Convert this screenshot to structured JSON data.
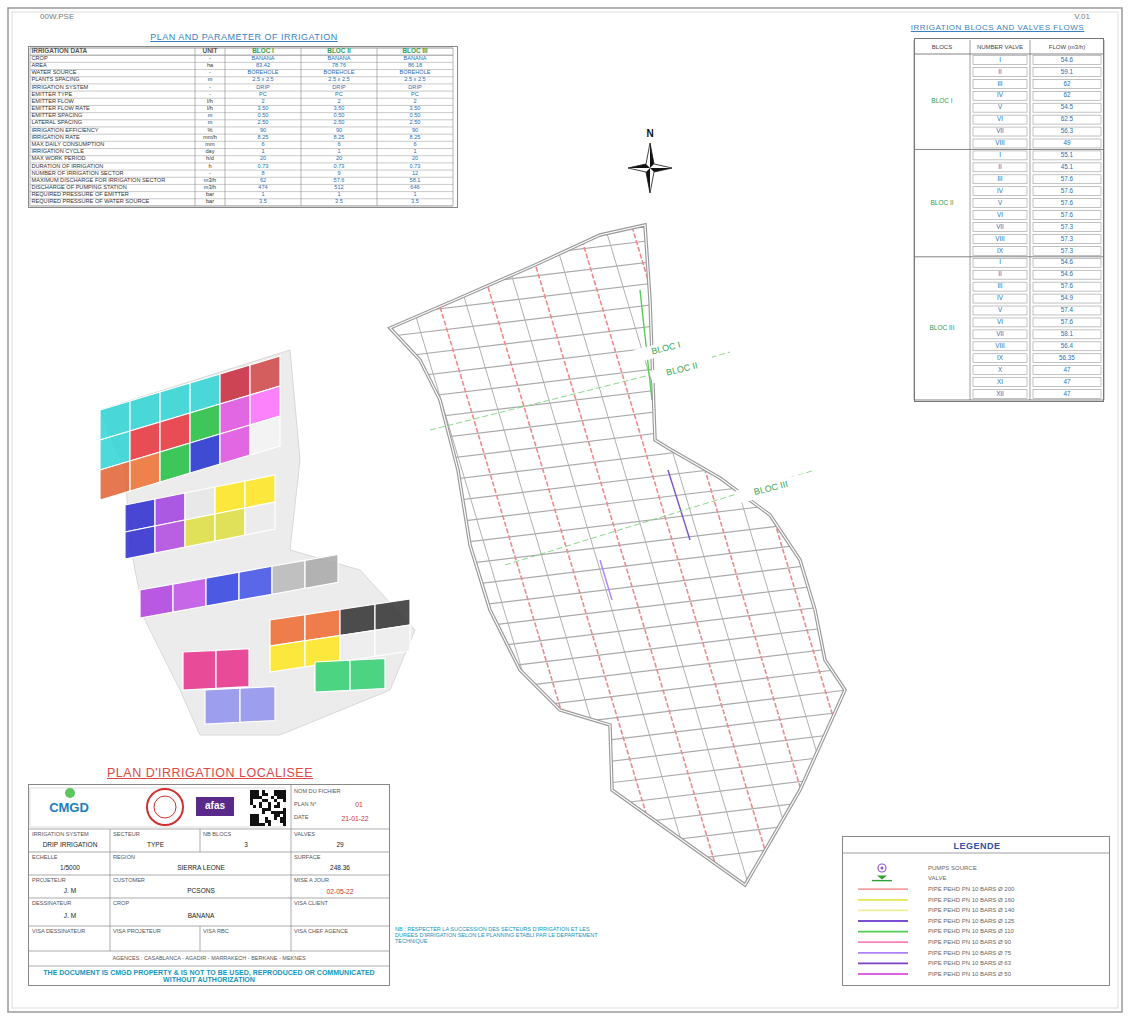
{
  "diagram": {
    "nodes": [
      {
        "text": [
          "PLAN AND PARAMETER OF IRRIGATION"
        ]
      },
      {
        "text": [
          "IRRIGATION BLOCS AND VALVES FLOWS"
        ]
      },
      {
        "text": [
          "PLAN D'IRRIGATION LOCALISEE"
        ]
      },
      {
        "text": [
          "LEGENDE"
        ]
      }
    ],
    "labels": [
      "00W.PSE",
      "V.01",
      "IRRIGATION DATA",
      "UNIT",
      "BLOC I",
      "BLOC II",
      "BLOC III",
      "CROP",
      "-",
      "BANANA",
      "BANANA",
      "BANANA",
      "AREA",
      "ha",
      "83.42",
      "78.76",
      "86.18",
      "WATER SOURCE",
      "-",
      "BOREHOLE",
      "BOREHOLE",
      "BOREHOLE",
      "PLANTS SPACING",
      "m",
      "2.5 x 2.5",
      "2.5 x 2.5",
      "2.5 x 2.5",
      "IRRIGATION SYSTEM",
      "-",
      "DRIP",
      "DRIP",
      "DRIP",
      "EMITTER TYPE",
      "-",
      "PC",
      "PC",
      "PC",
      "EMITTER FLOW",
      "l/h",
      "2",
      "2",
      "2",
      "EMITTER FLOW RATE",
      "l/h",
      "3.50",
      "3.50",
      "3.50",
      "EMITTER SPACING",
      "m",
      "0.50",
      "0.50",
      "0.50",
      "LATERAL SPACING",
      "m",
      "2.50",
      "2.50",
      "2.50",
      "IRRIGATION EFFICIENCY",
      "%",
      "90",
      "90",
      "90",
      "IRRIGATION RATE",
      "mm/h",
      "8.25",
      "8.25",
      "8.25",
      "MAX DAILY CONSUMPTION",
      "mm",
      "6",
      "6",
      "6",
      "IRRIGATION CYCLE",
      "day",
      "1",
      "1",
      "1",
      "MAX WORK PERIOD",
      "h/d",
      "20",
      "20",
      "20",
      "DURATION OF IRRIGATION",
      "h",
      "0.73",
      "0.73",
      "0.73",
      "NUMBER OF IRRIGATION SECTOR",
      "-",
      "8",
      "9",
      "12",
      "MAXIMUM DISCHARGE FOR IRRIGATION SECTOR",
      "m3/h",
      "62",
      "57.6",
      "58.1",
      "DISCHARGE OF PUMPING STATION",
      "m3/h",
      "474",
      "512",
      "646",
      "REQUIRED PRESSURE OF EMITTER",
      "bar",
      "1",
      "1",
      "1",
      "REQUIRED PRESSURE OF WATER SOURCE",
      "bar",
      "3.5",
      "3.5",
      "3.5",
      "BLOCS",
      "NUMBER VALVE",
      "FLOW (m3/h)",
      "BLOC I",
      "I",
      "54.6",
      "II",
      "59.1",
      "III",
      "62",
      "IV",
      "62",
      "V",
      "54.5",
      "VI",
      "62.5",
      "VII",
      "56.3",
      "VIII",
      "49",
      "BLOC II",
      "I",
      "55.1",
      "II",
      "45.1",
      "III",
      "57.6",
      "IV",
      "57.6",
      "V",
      "57.6",
      "VI",
      "57.6",
      "VII",
      "57.3",
      "VIII",
      "57.3",
      "IX",
      "57.3",
      "BLOC III",
      "I",
      "54.6",
      "II",
      "54.6",
      "III",
      "57.6",
      "IV",
      "54.9",
      "V",
      "57.4",
      "VI",
      "57.6",
      "VII",
      "58.1",
      "VIII",
      "56.4",
      "IX",
      "56.35",
      "X",
      "47",
      "XI",
      "47",
      "XII",
      "47",
      "N",
      "BLOC I",
      "BLOC II",
      "BLOC III",
      "CMGD",
      "afas",
      "NOM DU FICHIER",
      "PLAN N°",
      "01",
      "DATE",
      "21-01-22",
      "IRRIGATION SYSTEM",
      "DRIP IRRIGATION",
      "SECTEUR",
      "TYPE",
      "NB BLOCS",
      "3",
      "VALVES",
      "29",
      "ECHELLE",
      "1/5000",
      "REGION",
      "SIERRA LEONE",
      "SURFACE",
      "248.36",
      "PROJETEUR",
      "J. M",
      "CUSTOMER",
      "PCSONS",
      "MISE A JOUR",
      "02-05-22",
      "DESSINATEUR",
      "J. M",
      "CROP",
      "BANANA",
      "VISA CLIENT",
      "VISA DESSINATEUR",
      "VISA PROJETEUR",
      "VISA RBC",
      "VISA CHEF AGENCE",
      "AGENCES : CASABLANCA - AGADIR - MARRAKECH - BERKANE - MEKNES",
      "THE DOCUMENT IS CMGD PROPERTY & IS NOT TO BE USED, REPRODUCED OR COMMUNICATED WITHOUT AUTHORIZATION",
      "NB : RESPECTER LA SUCCESSION DES SECTEURS D'IRRIGATION ET LES DUREES D'IRRIGATION SELON LE PLANNING ETABLI PAR LE DEPARTEMENT TECHNIQUE"
    ],
    "legend": [
      {
        "text": "PUMPS SOURCE"
      },
      {
        "text": "VALVE"
      },
      {
        "text": "PIPE PEHD PN 10 BARS Ø 200"
      },
      {
        "text": "PIPE PEHD PN 10 BARS Ø 160"
      },
      {
        "text": "PIPE PEHD PN 10 BARS Ø 140"
      },
      {
        "text": "PIPE PEHD PN 10 BARS Ø 125"
      },
      {
        "text": "PIPE PEHD PN 10 BARS Ø 110"
      },
      {
        "text": "PIPE PEHD PN 10 BARS Ø 90"
      },
      {
        "text": "PIPE PEHD PN 10 BARS Ø 75"
      },
      {
        "text": "PIPE PEHD PN 10 BARS Ø 63"
      },
      {
        "text": "PIPE PEHD PN 10 BARS Ø 50"
      }
    ]
  }
}
